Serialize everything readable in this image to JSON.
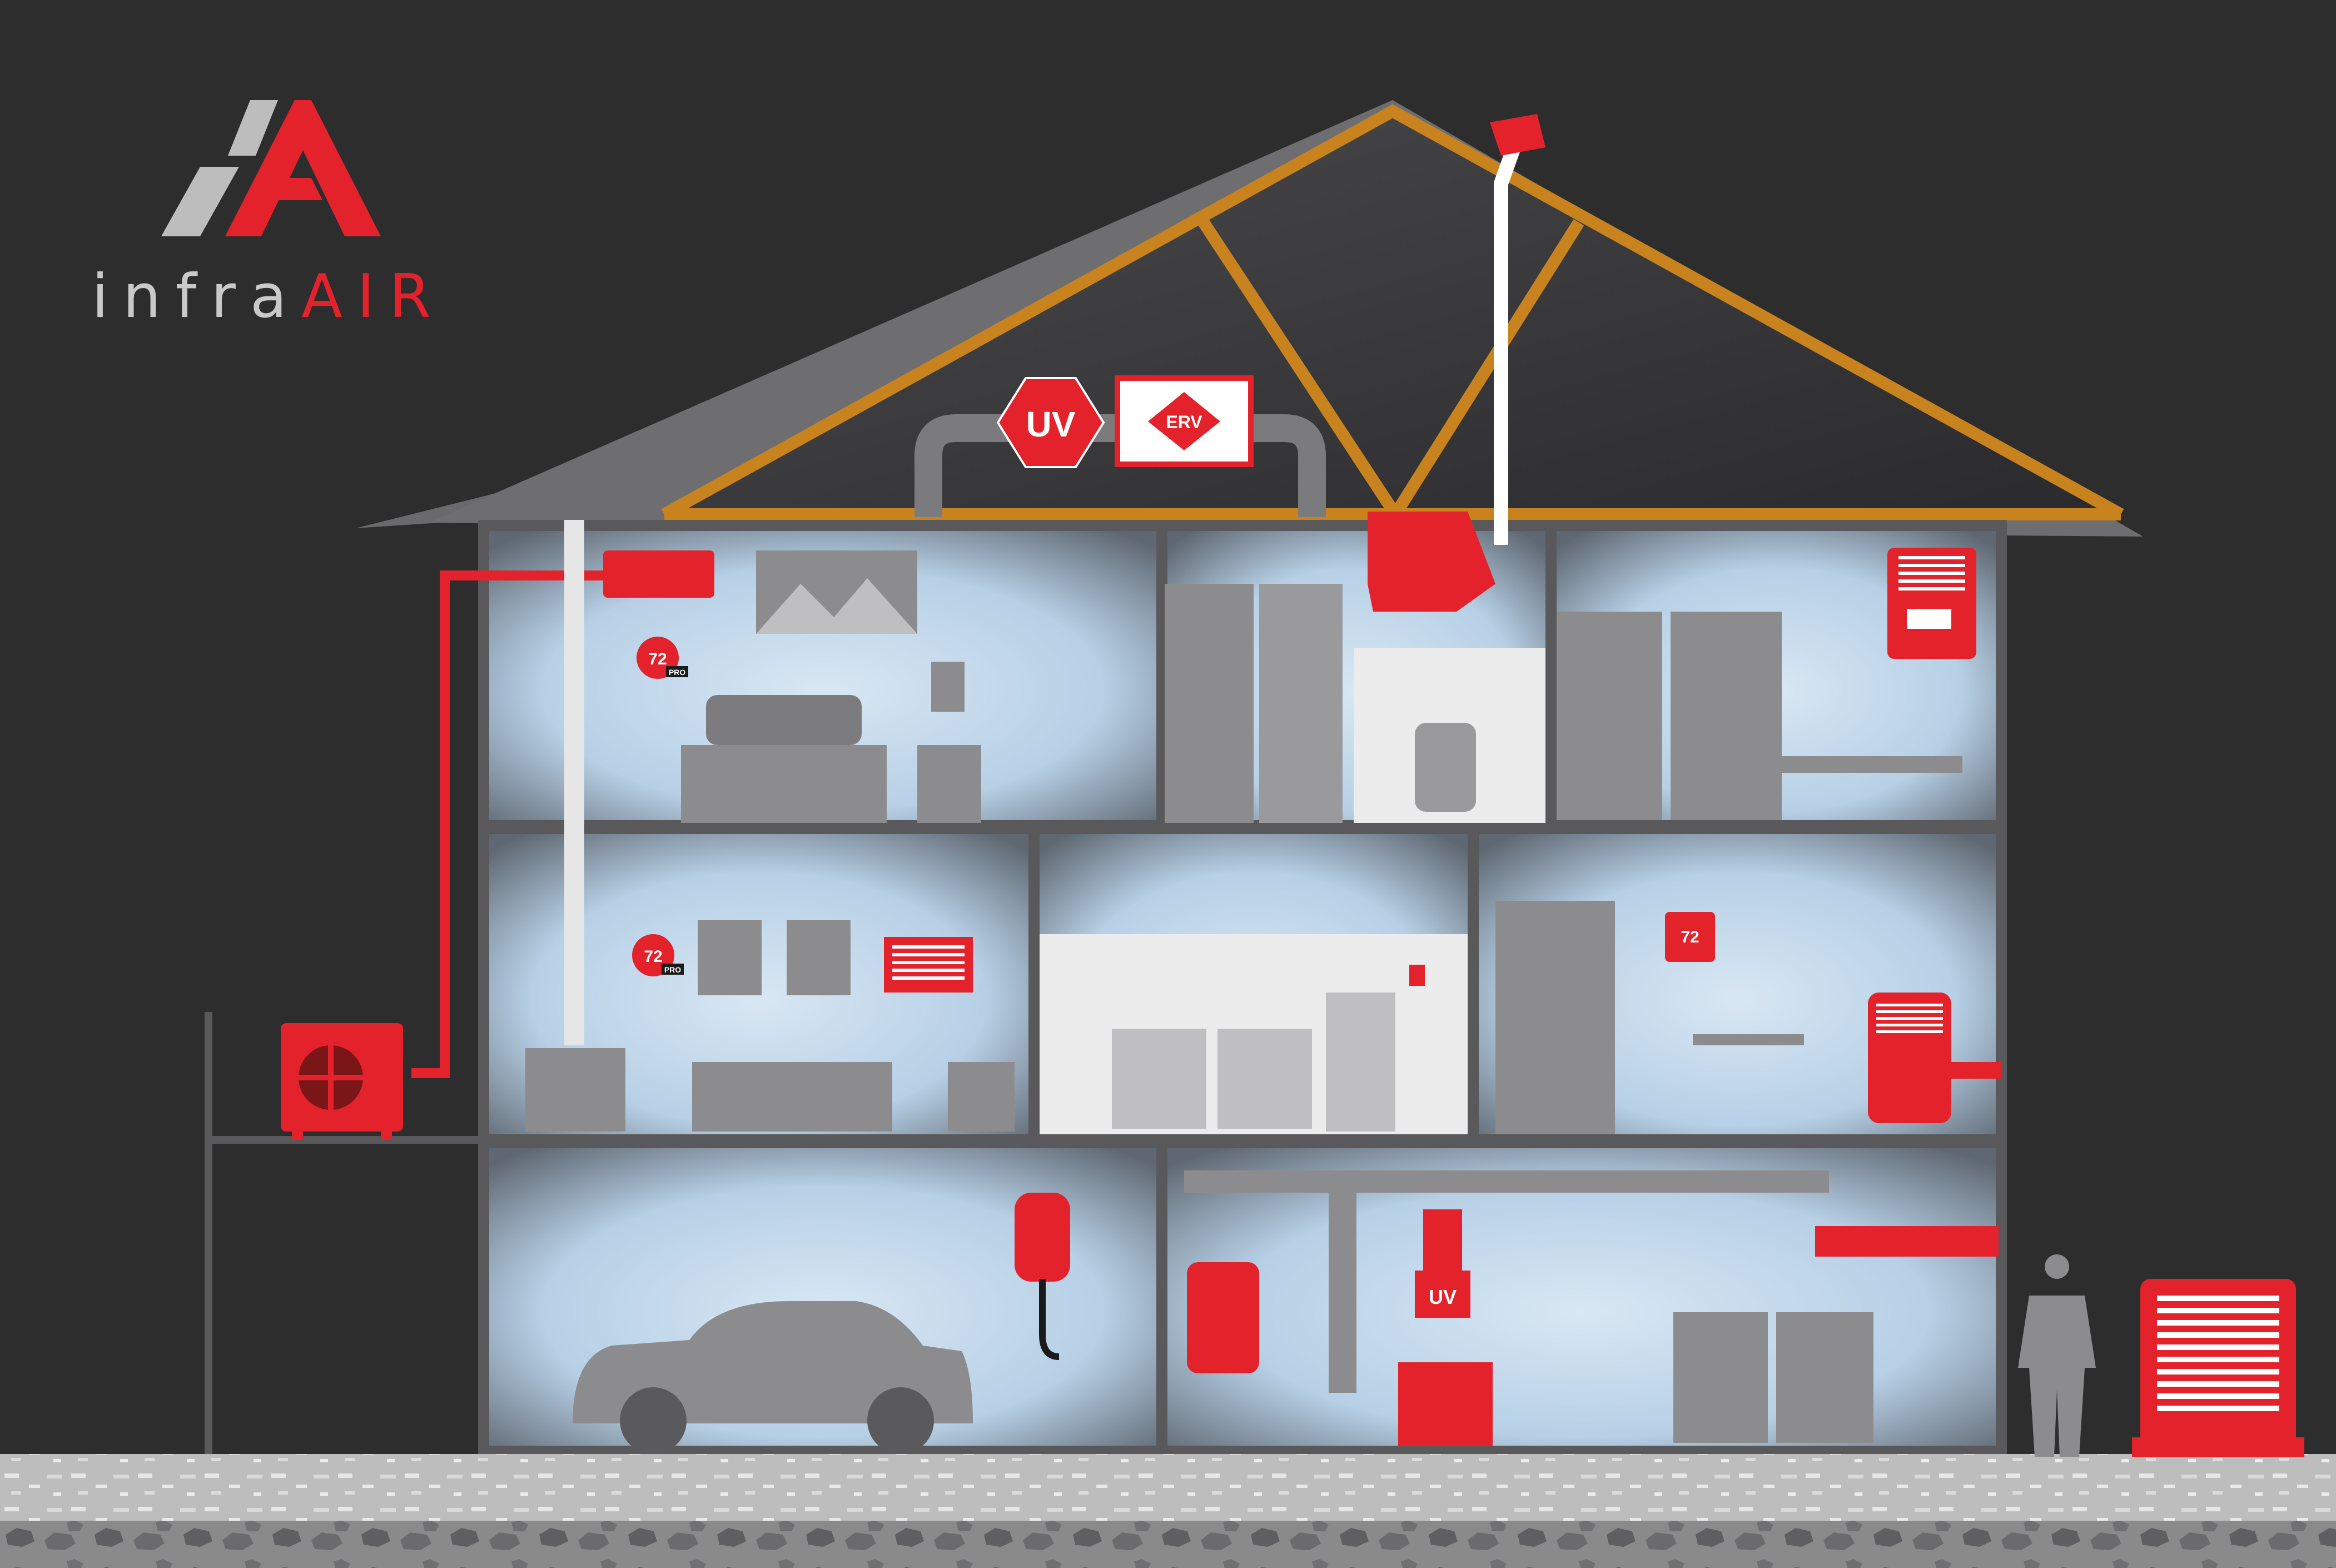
{
  "brand": {
    "name_light": "infra",
    "name_accent": "AIR",
    "accent_color": "#e3222b",
    "light_color": "#c9c9c9"
  },
  "colors": {
    "background": "#2d2d2d",
    "wall": "#59595b",
    "room_fill": "#b9d3e8",
    "truss": "#c8831e",
    "equipment": "#e3222b",
    "furniture": "#8c8c8e"
  },
  "attic": {
    "uv_label": "UV",
    "erv_label": "ERV"
  },
  "bedroom": {
    "thermostat_value": "72",
    "thermostat_tag": "PRO"
  },
  "living_room": {
    "thermostat_value": "72",
    "thermostat_tag": "PRO"
  },
  "dining": {
    "thermostat_value": "72"
  },
  "basement": {
    "uv_label": "UV"
  },
  "icons": [
    "logo-mark",
    "mini-split-indoor-unit",
    "outdoor-condenser",
    "thermostat",
    "ceiling-cassette",
    "wall-heater",
    "uv-light",
    "erv-unit",
    "ev-charger",
    "water-heater",
    "furnace",
    "standby-generator",
    "person-silhouette",
    "car",
    "washer",
    "dryer",
    "stove",
    "fireplace"
  ]
}
